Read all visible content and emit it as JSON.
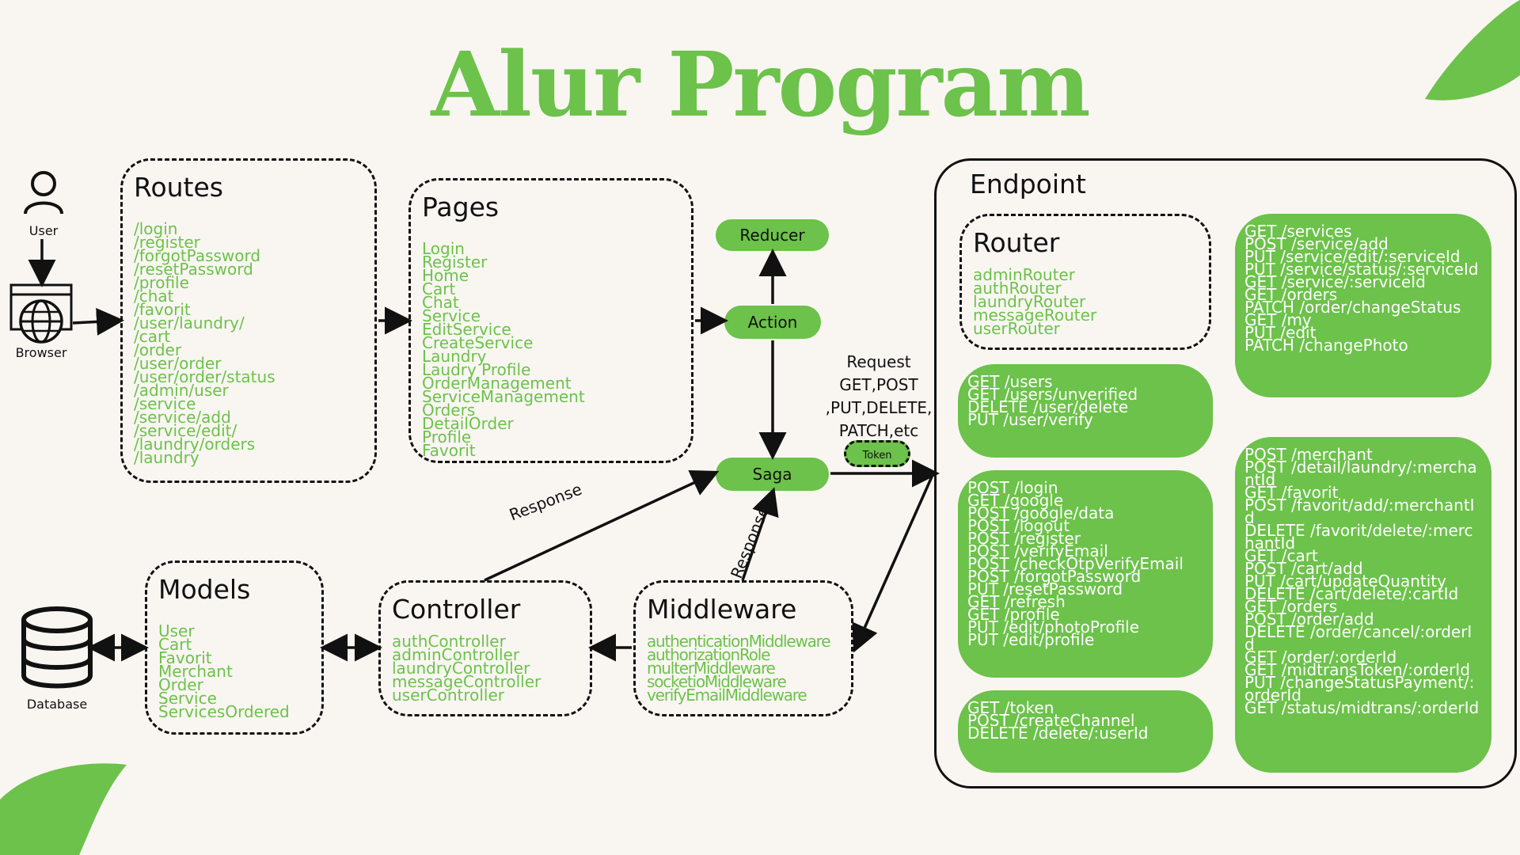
{
  "title": "Alur Program",
  "user": {
    "label": "User"
  },
  "browser": {
    "label": "Browser"
  },
  "database": {
    "label": "Database"
  },
  "routes": {
    "heading": "Routes",
    "items": [
      "/login",
      "/register",
      "/forgotPassword",
      "/resetPassword",
      "/profile",
      "/chat",
      "/favorit",
      "/user/laundry/",
      "/cart",
      "/order",
      "/user/order",
      "/user/order/status",
      "/admin/user",
      "/service",
      "/service/add",
      "/service/edit/",
      "/laundry/orders",
      "/laundry"
    ]
  },
  "pages": {
    "heading": "Pages",
    "items": [
      "Login",
      "Register",
      "Home",
      "Cart",
      "Chat",
      "Service",
      "EditService",
      "CreateService",
      "Laundry",
      "Laudry Profile",
      "OrderManagement",
      "ServiceManagement",
      "Orders",
      "DetailOrder",
      "Profile",
      "Favorit"
    ]
  },
  "models": {
    "heading": "Models",
    "items": [
      "User",
      "Cart",
      "Favorit",
      "Merchant",
      "Order",
      "Service",
      "ServicesOrdered"
    ]
  },
  "controller": {
    "heading": "Controller",
    "items": [
      "authController",
      "adminController",
      "laundryController",
      "messageController",
      "userController"
    ]
  },
  "middleware": {
    "heading": "Middleware",
    "items": [
      "authenticationMiddleware",
      "authorizationRole",
      "multerMiddleware",
      "socketioMiddleware",
      "verifyEmailMiddleware"
    ]
  },
  "redux": {
    "reducer": "Reducer",
    "action": "Action",
    "saga": "Saga",
    "token": "Token"
  },
  "request": {
    "line1": "Request",
    "line2": "GET,POST",
    "line3": ",PUT,DELETE,",
    "line4": "PATCH,etc"
  },
  "response_labels": {
    "controller_to_saga": "Response",
    "middleware_to_saga": "Response"
  },
  "endpoint": {
    "heading": "Endpoint",
    "router": {
      "heading": "Router",
      "items": [
        "adminRouter",
        "authRouter",
        "laundryRouter",
        "messageRouter",
        "userRouter"
      ]
    },
    "users_group": [
      "GET /users",
      "GET /users/unverified",
      "DELETE /user/delete",
      "PUT /user/verify"
    ],
    "auth_group": [
      "POST /login",
      "GET /google",
      "POST /google/data",
      "POST /logout",
      "POST /register",
      "POST /verifyEmail",
      "POST /checkOtpVerifyEmail",
      "POST /forgotPassword",
      "PUT /resetPassword",
      "GET /refresh",
      "GET /profile",
      "PUT /edit/photoProfile",
      "PUT /edit/profile"
    ],
    "token_group": [
      "GET /token",
      "POST /createChannel",
      "DELETE /delete/:userId"
    ],
    "services_group": [
      "GET /services",
      "POST /service/add",
      "PUT /service/edit/:serviceId",
      "PUT /service/status/:serviceId",
      "GET /service/:serviceId",
      "GET /orders",
      "PATCH /order/changeStatus",
      "GET /my",
      "PUT /edit",
      "PATCH /changePhoto"
    ],
    "merchant_group": [
      "POST /merchant",
      "POST /detail/laundry/:merchantId",
      "GET /favorit",
      "POST /favorit/add/:merchantId",
      "DELETE /favorit/delete/:merchantId",
      "GET /cart",
      "POST /cart/add",
      "PUT /cart/updateQuantity",
      "DELETE /cart/delete/:cartId",
      "GET /orders",
      "POST /order/add",
      "DELETE /order/cancel/:orderId",
      "GET /order/:orderId",
      "GET /midtransToken/:orderId",
      "PUT /changeStatusPayment/:orderId",
      "GET /status/midtrans/:orderId"
    ]
  },
  "colors": {
    "accent": "#6cc24a",
    "background": "#f9f6f2",
    "ink": "#111111"
  }
}
